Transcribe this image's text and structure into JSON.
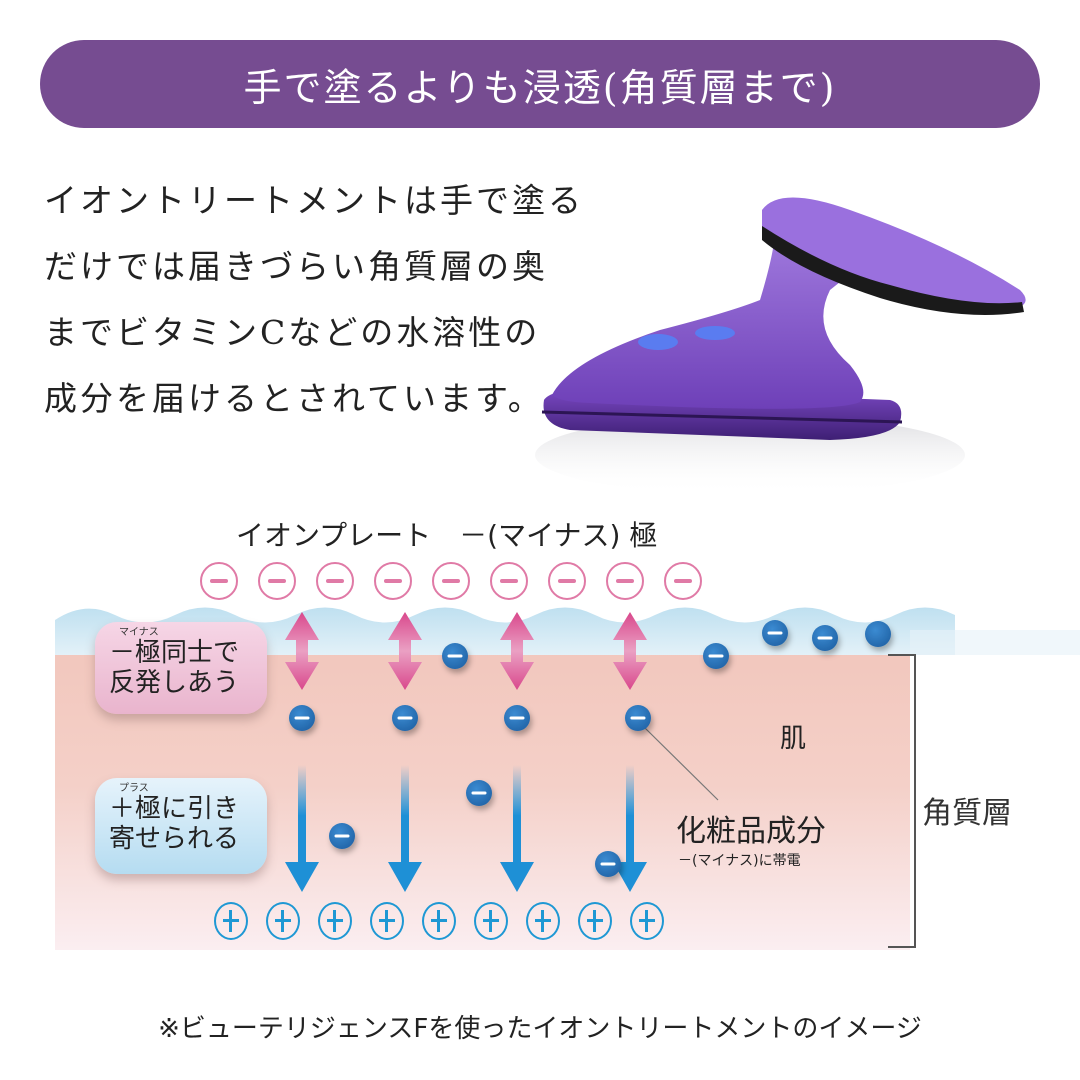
{
  "banner": {
    "title": "手で塗るよりも浸透(角質層まで)",
    "color": "#764c91"
  },
  "intro": {
    "lines": [
      "イオントリートメントは手で塗る",
      "だけでは届きづらい角質層の奥",
      "までビタミンCなどの水溶性の",
      "成分を届けるとされています。"
    ]
  },
  "device": {
    "icon": "facial-device-icon",
    "body_color": "#8a5bd1",
    "band_color": "#1a1a1a",
    "button_color": "#5a7cf0"
  },
  "diagram": {
    "plate_title": "イオンプレート　－(マイナス) 極",
    "negative_plate_symbols": [
      "−",
      "−",
      "−",
      "−",
      "−",
      "−",
      "−",
      "−",
      "−"
    ],
    "positive_plate_symbols": [
      "+",
      "+",
      "+",
      "+",
      "+",
      "+",
      "+",
      "+",
      "+"
    ],
    "repel_bubble": {
      "ruby": "マイナス",
      "line1": "－極同士で",
      "line2": "反発しあう"
    },
    "attract_bubble": {
      "ruby": "プラス",
      "line1": "＋極に引き",
      "line2": "寄せられる"
    },
    "skin_label": "肌",
    "layer_label": "角質層",
    "cosmetic_label": "化粧品成分",
    "cosmetic_sub": "－(マイナス)に帯電",
    "colors": {
      "negative_plate": "#e07aa6",
      "positive_plate": "#1e98d4",
      "ion": "#2f78c0",
      "repel_arrow": "#d9488c",
      "attract_arrow": "#1e90d6",
      "surface": "#cfe8f4",
      "skin_top": "#f2c7bd",
      "skin_bottom": "#fbeef1"
    }
  },
  "footnote": "※ビューテリジェンスFを使ったイオントリートメントのイメージ"
}
